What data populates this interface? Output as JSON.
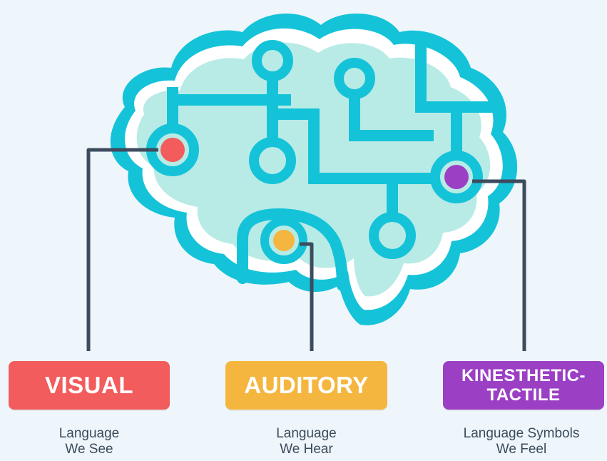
{
  "colors": {
    "background": "#eef6fb",
    "brain_outline": "#15c3d9",
    "brain_fill": "#b9ebe6",
    "connector": "#3d4b5e",
    "visual": "#f25c5c",
    "auditory": "#f4b63e",
    "kinesthetic": "#9b3fc4"
  },
  "nodes": {
    "visual": {
      "color": "#f25c5c"
    },
    "auditory": {
      "color": "#f4b63e"
    },
    "kinesthetic": {
      "color": "#9b3fc4"
    }
  },
  "labels": {
    "visual": "VISUAL",
    "auditory": "AUDITORY",
    "kinesthetic_line1": "KINESTHETIC-",
    "kinesthetic_line2": "TACTILE"
  },
  "captions": {
    "visual_line1": "Language",
    "visual_line2": "We See",
    "auditory_line1": "Language",
    "auditory_line2": "We Hear",
    "kinesthetic_line1": "Language Symbols",
    "kinesthetic_line2": "We Feel"
  }
}
